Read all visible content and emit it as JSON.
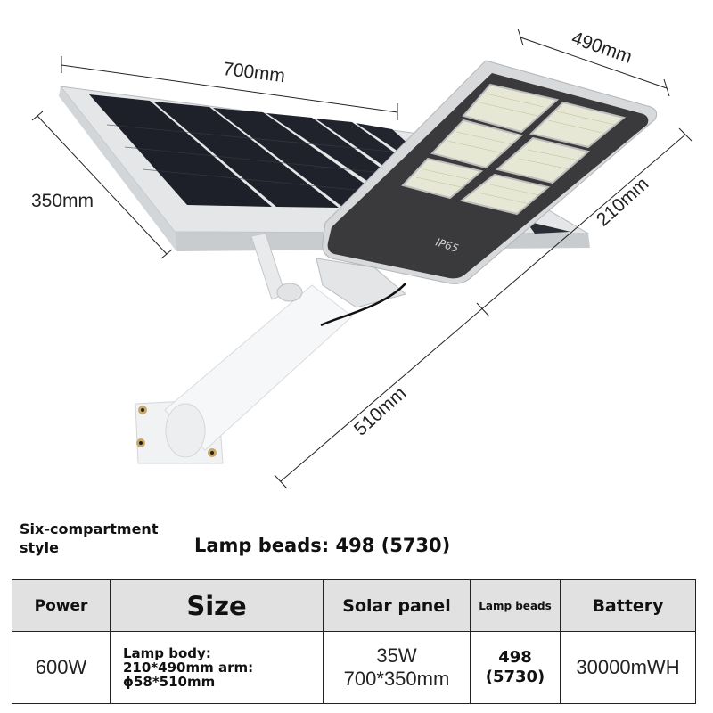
{
  "product_image": {
    "description": "Solar street light with solar panel, lamp head and mounting arm",
    "lamp_label": "IP65",
    "dimensions": {
      "panel_width": "700mm",
      "panel_depth": "350mm",
      "lamp_length": "490mm",
      "lamp_width": "210mm",
      "arm_length": "510mm"
    }
  },
  "headline": {
    "style_label": "Six-compartment style",
    "style_line1": "Six-compartment",
    "style_line2": "style",
    "lamp_beads": "Lamp beads: 498 (5730)"
  },
  "spec_table": {
    "headers": [
      "Power",
      "Size",
      "Solar panel",
      "Lamp beads",
      "Battery"
    ],
    "row": {
      "power": "600W",
      "size_lines": [
        "Lamp body:",
        "210*490mm arm:",
        "ϕ58*510mm"
      ],
      "solar_panel_lines": [
        "35W",
        "700*350mm"
      ],
      "lamp_beads_lines": [
        "498",
        "(5730)"
      ],
      "battery": "30000mWH"
    }
  },
  "colors": {
    "header_bg": "#e1e1e1",
    "border": "#222222",
    "lamp_body": "#3a3a3c",
    "panel_cell": "#1c1f26",
    "frame": "#d8dadc"
  }
}
